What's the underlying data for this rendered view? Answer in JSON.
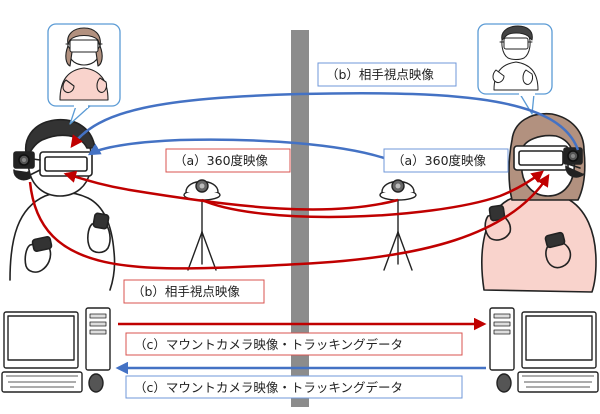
{
  "labels": {
    "view_360_left": "（a）360度映像",
    "view_360_right": "（a）360度映像",
    "partner_view_top": "（b）相手視点映像",
    "partner_view_bottom": "（b）相手視点映像",
    "data_to_right": "（c）マウントカメラ映像・トラッキングデータ",
    "data_to_left": "（c）マウントカメラ映像・トラッキングデータ"
  },
  "colors": {
    "red": "#c00000",
    "blue": "#4472c4",
    "skin": "#f9d3cc",
    "hair": "#b2917f",
    "divider": "#8c8c8c",
    "label_border_red": "#d9534f",
    "label_border_blue": "#6f97d9"
  }
}
